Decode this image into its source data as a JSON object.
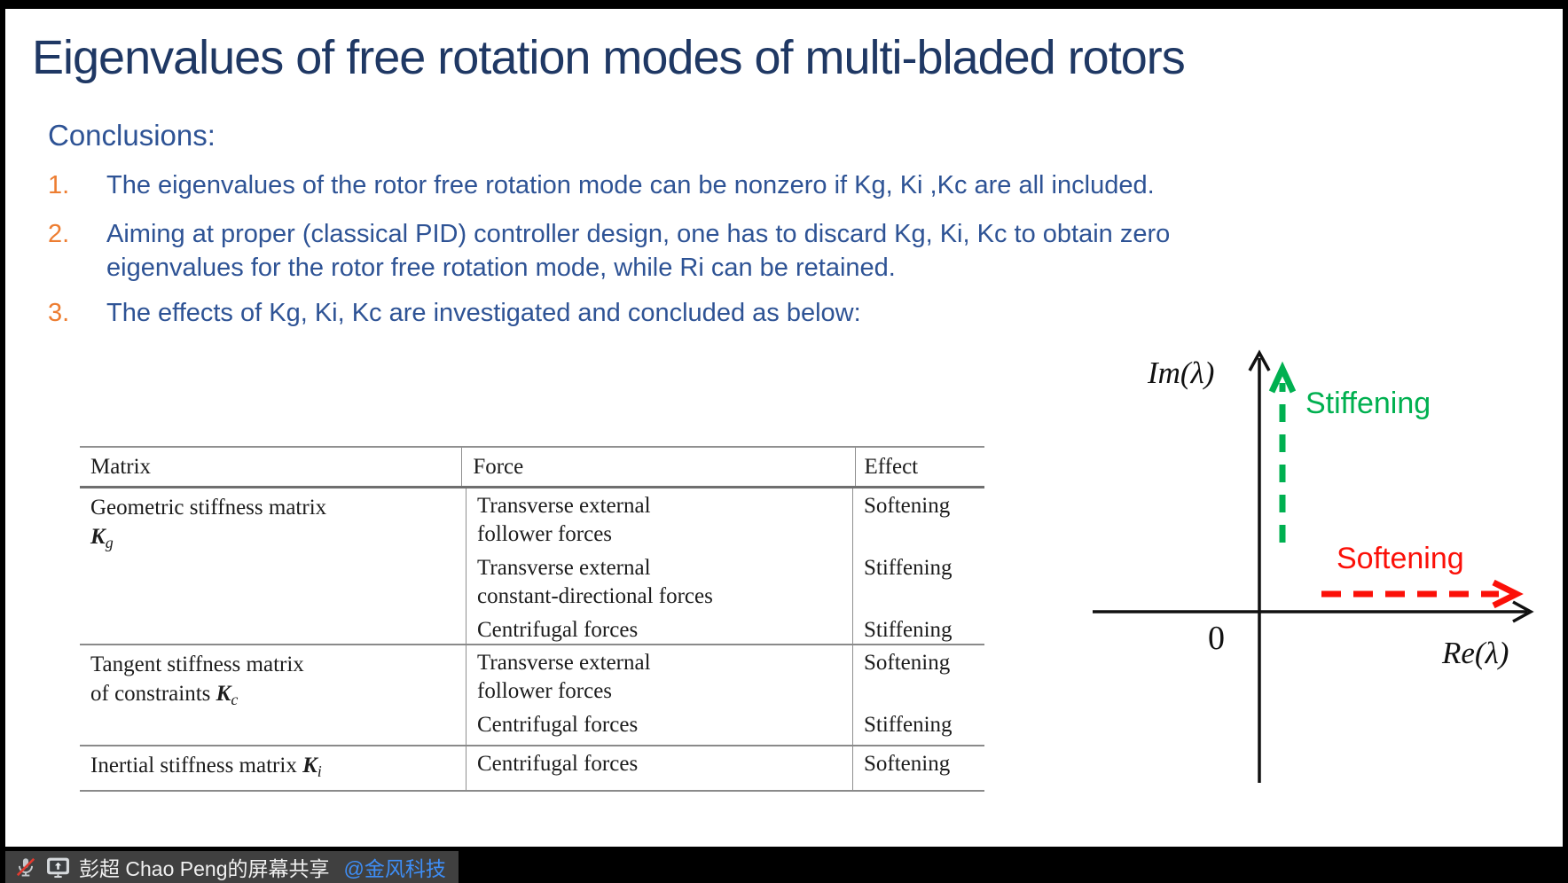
{
  "slide": {
    "title": "Eigenvalues of free rotation modes of multi-bladed rotors",
    "conclusions_heading": "Conclusions:",
    "items": [
      {
        "num": "1.",
        "text": "The eigenvalues of the rotor free rotation mode can be nonzero if Kg, Ki ,Kc are all included."
      },
      {
        "num": "2.",
        "text": "Aiming at proper (classical PID) controller design, one has to discard Kg, Ki, Kc to obtain zero eigenvalues for the rotor free rotation mode, while Ri can be retained."
      },
      {
        "num": "3.",
        "text": "The effects of Kg, Ki, Kc are investigated and concluded as below:"
      }
    ]
  },
  "table": {
    "headers": [
      "Matrix",
      "Force",
      "Effect"
    ],
    "groups": [
      {
        "name_line": "Geometric stiffness matrix",
        "symbol": "K",
        "symbol_sub": "g",
        "rows": [
          {
            "force_line1": "Transverse external",
            "force_line2": "follower forces",
            "effect": "Softening"
          },
          {
            "force_line1": "Transverse external",
            "force_line2": "constant-directional forces",
            "effect": "Stiffening"
          },
          {
            "force_line1": "Centrifugal forces",
            "effect": "Stiffening"
          }
        ]
      },
      {
        "name_line": "Tangent stiffness matrix",
        "name_line2": "of constraints",
        "symbol": "K",
        "symbol_sub": "c",
        "rows": [
          {
            "force_line1": "Transverse external",
            "force_line2": "follower forces",
            "effect": "Softening"
          },
          {
            "force_line1": "Centrifugal forces",
            "effect": "Stiffening"
          }
        ]
      },
      {
        "name_line": "Inertial stiffness matrix",
        "symbol": "K",
        "symbol_sub": "i",
        "rows": [
          {
            "force_line1": "Centrifugal forces",
            "effect": "Softening"
          }
        ]
      }
    ]
  },
  "diagram": {
    "im_label": "Im(λ)",
    "re_label": "Re(λ)",
    "origin_label": "0",
    "stiffening_label": "Stiffening",
    "softening_label": "Softening"
  },
  "share_bar": {
    "label": "彭超 Chao Peng的屏幕共享",
    "mention": "@金风科技",
    "mic_icon": "muted-microphone-icon",
    "screen_icon": "screen-share-icon"
  },
  "colors": {
    "title_navy": "#1F3864",
    "body_blue": "#2E5395",
    "list_number_orange": "#ED7D31",
    "stiffening_green": "#00B050",
    "softening_red": "#FB1008",
    "mention_blue": "#3E8EF7",
    "share_bar_gray": "#404040"
  }
}
